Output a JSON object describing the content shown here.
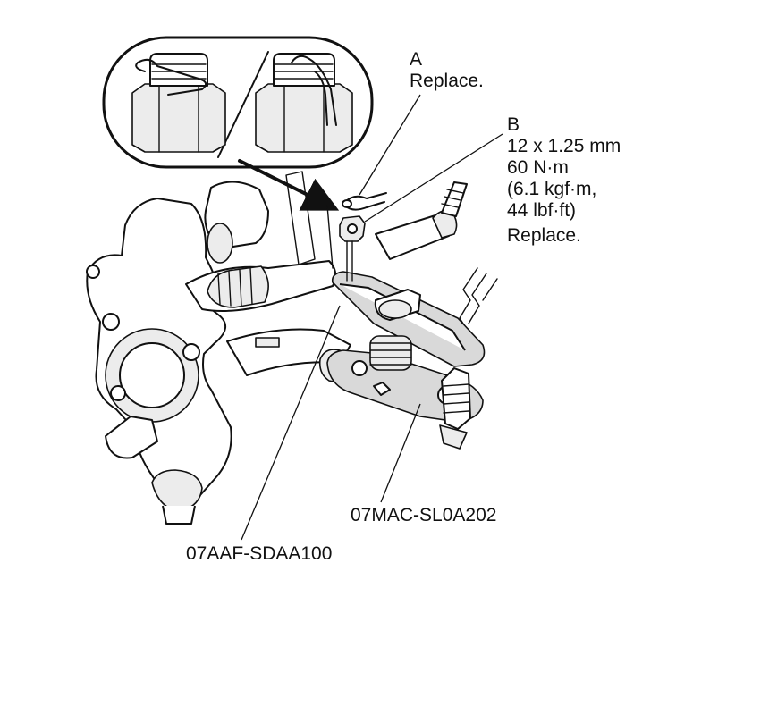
{
  "callouts": {
    "a": {
      "letter": "A",
      "note": "Replace."
    },
    "b": {
      "letter": "B",
      "spec_size": "12 x 1.25 mm",
      "spec_torque_nm": "60 N·m",
      "spec_torque_kgf": "(6.1 kgf·m,",
      "spec_torque_lbf": "44 lbf·ft)",
      "note": "Replace."
    }
  },
  "tools": {
    "separator": "07MAC-SL0A202",
    "hex_wrench": "07AAF-SDAA100"
  },
  "colors": {
    "ink": "#111111",
    "part_shade": "#d9d9d9",
    "part_light": "#ececec",
    "background": "#ffffff"
  }
}
